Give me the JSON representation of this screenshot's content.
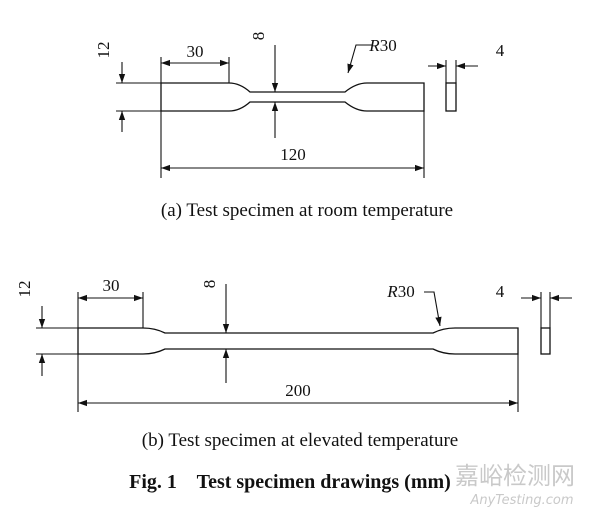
{
  "specimen_a": {
    "width_dim": "12",
    "grip_length_dim": "30",
    "gauge_width_dim": "8",
    "radius_dim": "R30",
    "thickness_dim": "4",
    "total_length_dim": "120",
    "caption": "(a) Test specimen at room temperature"
  },
  "specimen_b": {
    "width_dim": "12",
    "grip_length_dim": "30",
    "gauge_width_dim": "8",
    "radius_dim": "R30",
    "thickness_dim": "4",
    "total_length_dim": "200",
    "caption": "(b) Test specimen at elevated temperature"
  },
  "figure_caption": "Fig. 1    Test specimen drawings (mm)",
  "watermark": {
    "chinese": "嘉峪检测网",
    "latin": "AnyTesting.com"
  }
}
